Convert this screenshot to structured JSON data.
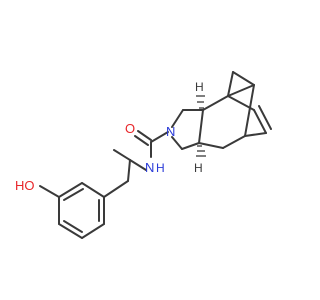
{
  "atoms": {
    "oxygen_carbonyl": "O",
    "nitrogen_amide": "N",
    "hydrogen_amide": "H",
    "nitrogen_ring": "N",
    "hydroxyl": "HO",
    "stereo_h_top": "H",
    "stereo_h_bottom": "H"
  },
  "colors": {
    "bond": "#3a3a3a",
    "oxygen": "#e8262a",
    "nitrogen": "#2a3bd8",
    "hydrogen_on_nitrogen": "#2a3bd8",
    "hydroxyl": "#e8262a",
    "stereo_hydrogen": "#3a3a3a"
  }
}
